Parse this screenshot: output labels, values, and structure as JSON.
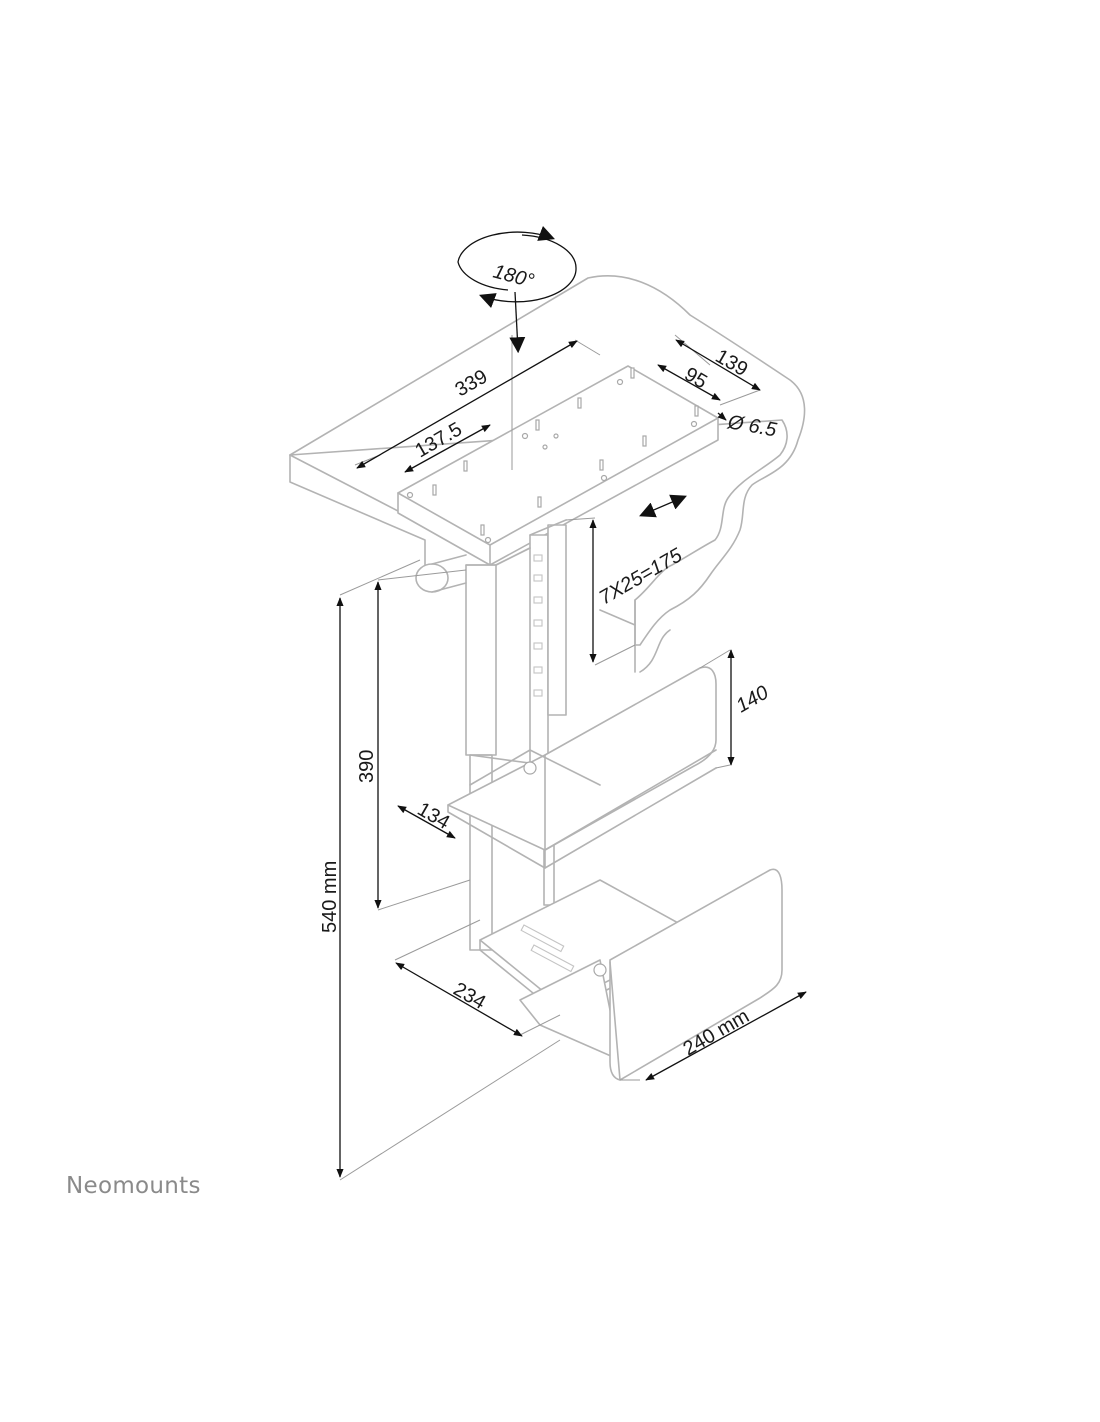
{
  "brand": {
    "logo_text": "Neomounts"
  },
  "rotation": {
    "label": "180°"
  },
  "dimensions": {
    "top_width": "339",
    "top_offset": "137.5",
    "top_depth": "139",
    "hole_spacing": "95",
    "hole_diameter": "Ø 6.5",
    "adjust_range": "7X25=175",
    "side_height": "140",
    "upper_height": "390",
    "depth_small": "134",
    "total_height": "540 mm",
    "bottom_depth": "234",
    "bottom_width": "240 mm"
  },
  "colors": {
    "outline": "#b3b3b3",
    "dimension": "#111111",
    "brand": "#8a8a8a"
  }
}
